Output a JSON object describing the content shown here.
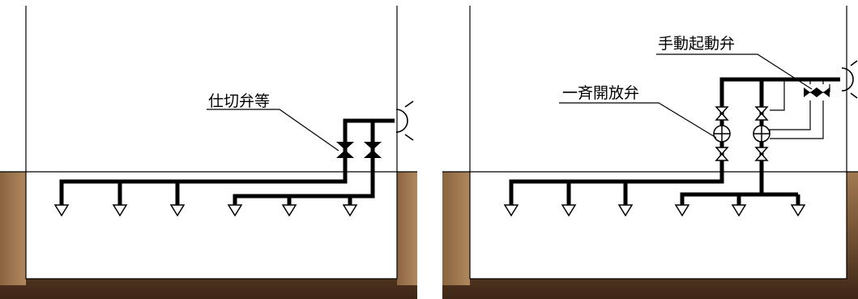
{
  "left_diagram": {
    "callout_label": "仕切弁等",
    "ground_colors": {
      "top": "#a27a52",
      "bottom": "#3d2615"
    }
  },
  "right_diagram": {
    "callout_deluge_valve": "一斉開放弁",
    "callout_manual_valve": "手動起動弁",
    "ground_colors": {
      "top": "#a27a52",
      "bottom": "#3d2615"
    }
  },
  "icons": [
    "gate-valve-icon",
    "deluge-valve-icon",
    "sprinkler-head-icon",
    "fire-department-connection-icon"
  ]
}
